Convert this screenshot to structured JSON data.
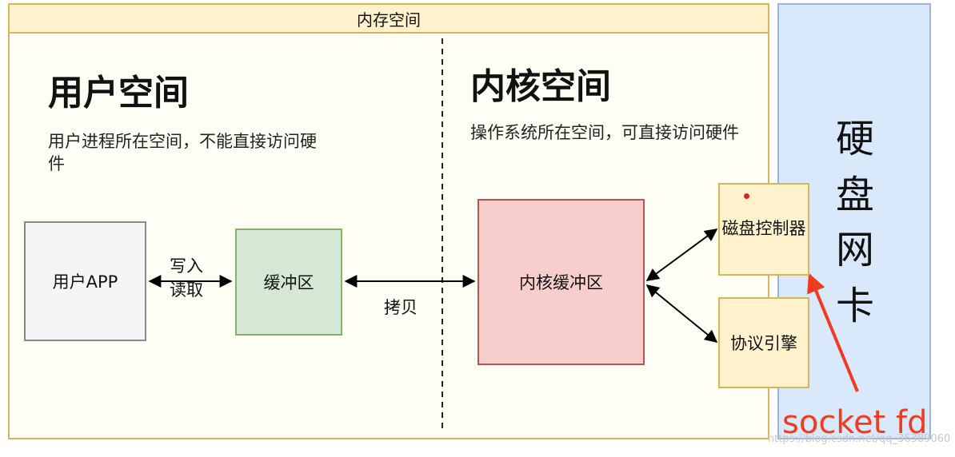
{
  "memory": {
    "header": "内存空间"
  },
  "user_space": {
    "title": "用户空间",
    "description": "用户进程所在空间，不能直接访问硬件",
    "app": "用户APP",
    "buffer": "缓冲区",
    "rw_label": "写入\n读取"
  },
  "kernel_space": {
    "title": "内核空间",
    "description": "操作系统所在空间，可直接访问硬件",
    "buffer": "内核缓冲区",
    "copy_label": "拷贝"
  },
  "hardware": {
    "label": "硬\n盘\n网\n卡",
    "disk_controller": "磁盘控制器",
    "protocol_engine": "协议引擎"
  },
  "annotation": {
    "text": "socket fd",
    "color": "#f03c1e"
  },
  "watermark": "https://blog.csdn.net/qq_36389060",
  "colors": {
    "memory_border": "#d6b656",
    "memory_header_bg": "#fff2cc",
    "hardware_bg": "#dae8fc",
    "user_app_bg": "#f5f5f5",
    "user_buffer_bg": "#d5e8d4",
    "kernel_buffer_bg": "#f8cecc",
    "hw_module_bg": "#fff2cc"
  }
}
